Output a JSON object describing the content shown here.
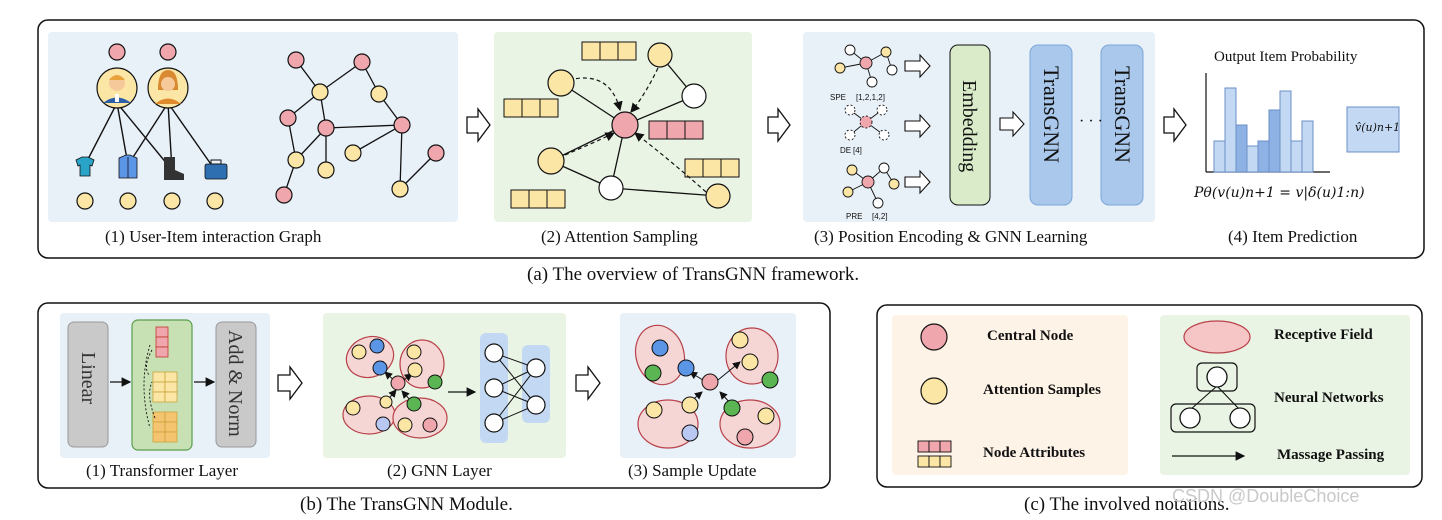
{
  "panel_a": {
    "step1_caption": "(1) User-Item  interaction Graph",
    "step2_caption": "(2) Attention Sampling",
    "step3_caption": "(3) Position Encoding & GNN Learning",
    "step4_caption": "(4) Item Prediction",
    "main_caption": "(a) The overview of TransGNN framework.",
    "spe_label": "SPE",
    "spe_value": "[1,2,1,2]",
    "de_label": "DE",
    "de_value": "[4]",
    "pre_label": "PRE",
    "pre_value": "[4,2]",
    "embedding_label": "Embedding",
    "transgnn_label_1": "TransGNN",
    "transgnn_label_2": "TransGNN",
    "ellipsis": "· · ·",
    "output_title": "Output Item Probability",
    "probability_formula": "Pθ(v(u)n+1 = v|δ(u)1:n)",
    "prediction_symbol": "v̂(u)n+1"
  },
  "panel_b": {
    "linear_label": "Linear",
    "addnorm_label": "Add & Norm",
    "step1_caption": "(1) Transformer Layer",
    "step2_caption": "(2) GNN Layer",
    "step3_caption": "(3) Sample Update",
    "main_caption": "(b) The TransGNN Module."
  },
  "panel_c": {
    "central_node": "Central Node",
    "attention_samples": "Attention Samples",
    "node_attributes": "Node Attributes",
    "receptive_field": "Receptive Field",
    "neural_networks": "Neural Networks",
    "massage_passing": "Massage Passing",
    "main_caption": "(c) The involved notations."
  },
  "watermark": "CSDN @DoubleChoice",
  "colors": {
    "red_node": "#f0a6ad",
    "yellow_node": "#fbe6a6",
    "blue_node": "#5b95e6",
    "green_node": "#5bb552",
    "panel_blue": "#e8f0f8",
    "panel_green": "#eaf4e4",
    "panel_peach": "#fdf3e7",
    "transgnn_blue": "#a9c8ec",
    "embedding_green": "#d9ebc8"
  }
}
